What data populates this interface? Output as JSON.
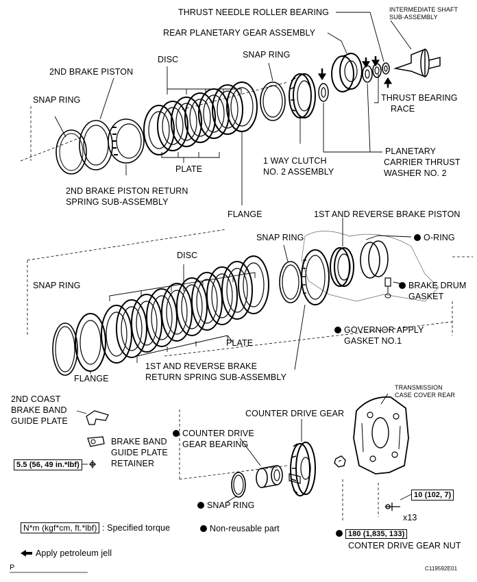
{
  "labels": {
    "thrust_needle_roller_bearing": "THRUST NEEDLE ROLLER BEARING",
    "intermediate_shaft_line1": "INTERMEDIATE SHAFT",
    "intermediate_shaft_line2": "SUB-ASSEMBLY",
    "rear_planetary_gear": "REAR PLANETARY GEAR ASSEMBLY",
    "disc_top": "DISC",
    "snap_ring_top_center": "SNAP RING",
    "second_brake_piston": "2ND BRAKE PISTON",
    "snap_ring_top_left": "SNAP RING",
    "thrust_bearing_race_line1": "THRUST BEARING",
    "thrust_bearing_race_line2": "RACE",
    "plate_top": "PLATE",
    "one_way_clutch_line1": "1 WAY CLUTCH",
    "one_way_clutch_line2": "NO. 2 ASSEMBLY",
    "planetary_carrier_line1": "PLANETARY",
    "planetary_carrier_line2": "CARRIER THRUST",
    "planetary_carrier_line3": "WASHER NO. 2",
    "second_brake_return_line1": "2ND BRAKE PISTON RETURN",
    "second_brake_return_line2": "SPRING SUB-ASSEMBLY",
    "flange_top": "FLANGE",
    "first_reverse_brake_piston": "1ST AND REVERSE BRAKE PISTON",
    "snap_ring_mid": "SNAP RING",
    "o_ring": "O-RING",
    "disc_mid": "DISC",
    "snap_ring_mid_left": "SNAP RING",
    "brake_drum_gasket_line1": "BRAKE DRUM",
    "brake_drum_gasket_line2": "GASKET",
    "governor_gasket_line1": "GOVERNOR APPLY",
    "governor_gasket_line2": "GASKET NO.1",
    "plate_mid": "PLATE",
    "first_reverse_return_line1": "1ST AND REVERSE BRAKE",
    "first_reverse_return_line2": "RETURN SPRING SUB-ASSEMBLY",
    "flange_mid": "FLANGE",
    "transmission_case_line1": "TRANSMISSION",
    "transmission_case_line2": "CASE COVER REAR",
    "second_coast_line1": "2ND COAST",
    "second_coast_line2": "BRAKE BAND",
    "second_coast_line3": "GUIDE PLATE",
    "counter_drive_gear": "COUNTER DRIVE GEAR",
    "counter_drive_bearing_line1": "COUNTER DRIVE",
    "counter_drive_bearing_line2": "GEAR BEARING",
    "brake_band_retainer_line1": "BRAKE BAND",
    "brake_band_retainer_line2": "GUIDE PLATE",
    "brake_band_retainer_line3": "RETAINER",
    "snap_ring_bottom": "SNAP RING",
    "bolt_count": "x13",
    "conter_drive_gear_nut": "CONTER DRIVE GEAR NUT"
  },
  "torques": {
    "guide_plate_retainer": "5.5 (56, 49 in.*lbf)",
    "case_cover_bolt": "10 (102, 7)",
    "gear_nut": "180 (1,835, 133)"
  },
  "legend": {
    "torque_unit": "N*m (kgf*cm, ft.*lbf)",
    "torque_desc": ": Specified torque",
    "non_reusable": "Non-reusable part",
    "petroleum_jelly": "Apply petroleum jell"
  },
  "footer": {
    "page_letter": "P",
    "figure_code": "C119592E01"
  },
  "icons": {
    "non_reusable_marker": "filled-circle",
    "petroleum_marker": "left-arrow"
  }
}
